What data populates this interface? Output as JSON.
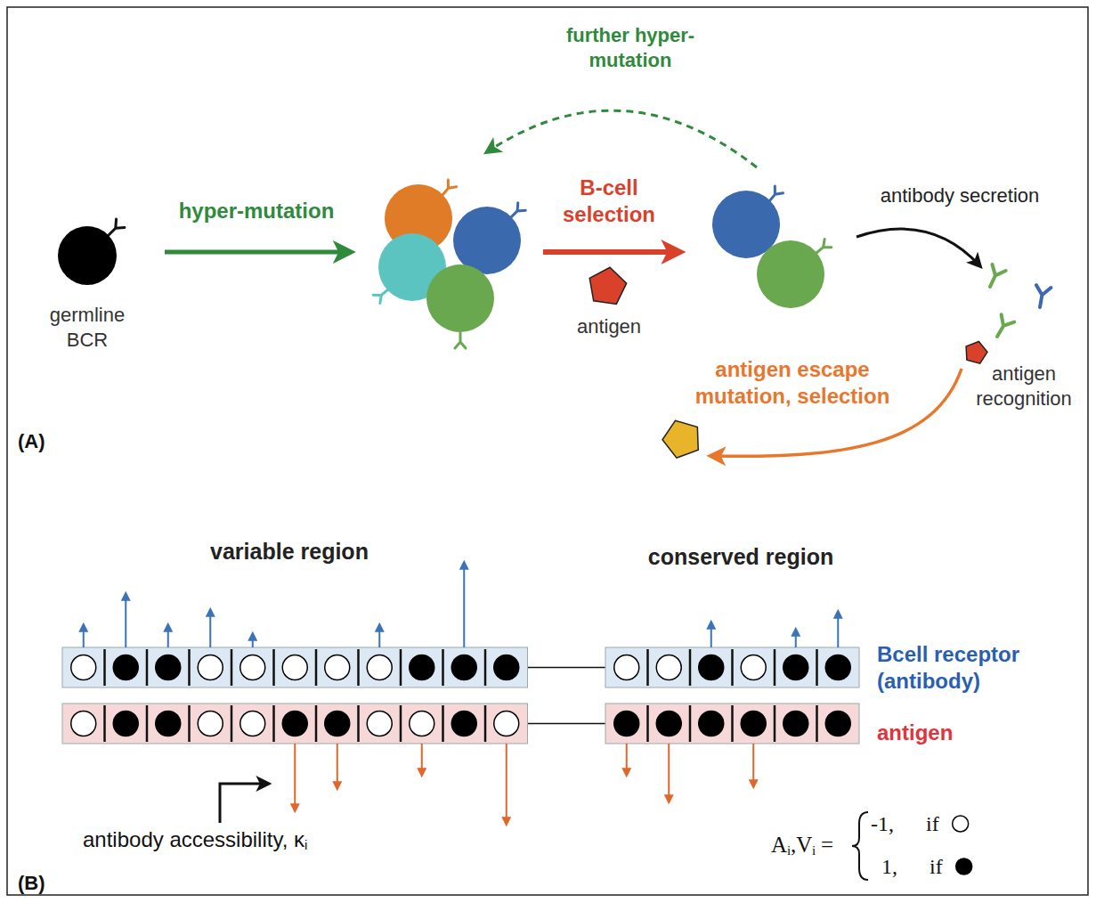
{
  "diagram": {
    "nodes": [
      {
        "text": [
          "germline BCR"
        ]
      },
      {
        "text": [
          "antigen"
        ]
      },
      {
        "text": [
          "antigen recognition"
        ]
      },
      {
        "text": [
          "Bcell receptor (antibody)"
        ]
      },
      {
        "text": [
          "antigen"
        ]
      }
    ],
    "labels": [
      "(A)",
      "hyper-mutation",
      "B-cell selection",
      "further hyper-mutation",
      "antibody secretion",
      "antigen escape mutation, selection",
      "(B)",
      "variable region",
      "conserved region",
      "antibody accessibility, κ",
      "i",
      "A",
      "i",
      ",V",
      "i",
      "=",
      "-1, if",
      "1, if"
    ]
  }
}
